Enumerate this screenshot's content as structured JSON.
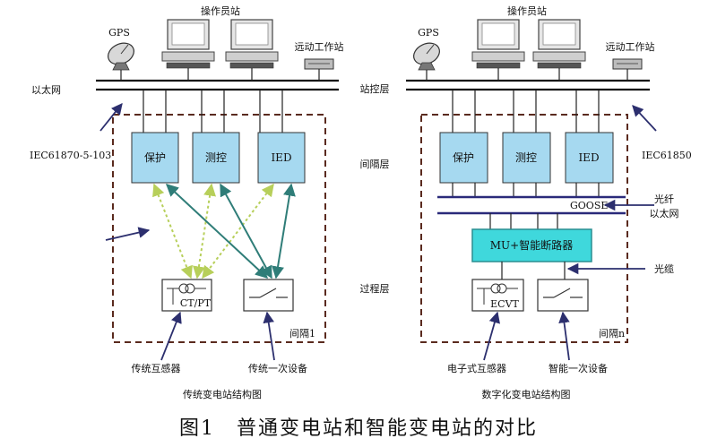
{
  "left": {
    "operator_station": "操作员站",
    "gps": "GPS",
    "remote_station": "远动工作站",
    "ethernet": "以太网",
    "protocol": "IEC61870-5-103",
    "box_protect": "保护",
    "box_measure": "测控",
    "box_ied": "IED",
    "ctpt": "CT/PT",
    "bay": "间隔1",
    "trad_transformer": "传统互感器",
    "trad_primary": "传统一次设备",
    "subtitle": "传统变电站结构图"
  },
  "right": {
    "operator_station": "操作员站",
    "gps": "GPS",
    "remote_station": "远动工作站",
    "protocol": "IEC61850",
    "box_protect": "保护",
    "box_measure": "测控",
    "box_ied": "IED",
    "goose": "GOOSE",
    "fiber_line1": "光纤",
    "fiber_line2": "以太网",
    "mu": "MU+智能断路器",
    "cable": "光缆",
    "ecvt": "ECVT",
    "bay": "间隔n",
    "elec_transformer": "电子式互感器",
    "smart_primary": "智能一次设备",
    "subtitle": "数字化变电站结构图"
  },
  "layers": {
    "station": "站控层",
    "bay": "间隔层",
    "process": "过程层"
  },
  "caption": "图1　普通变电站和智能变电站的对比",
  "colors": {
    "bay_box": "#a6d9f0",
    "mu_box": "#3fd8dc",
    "dashed_border": "#5a2a1e",
    "bus": "#111111",
    "goose_bus": "#2a2a7a",
    "arrow_teal": "#2f7d78",
    "arrow_yellowgreen": "#b7cf5a",
    "pointer": "#2c2f6e"
  }
}
